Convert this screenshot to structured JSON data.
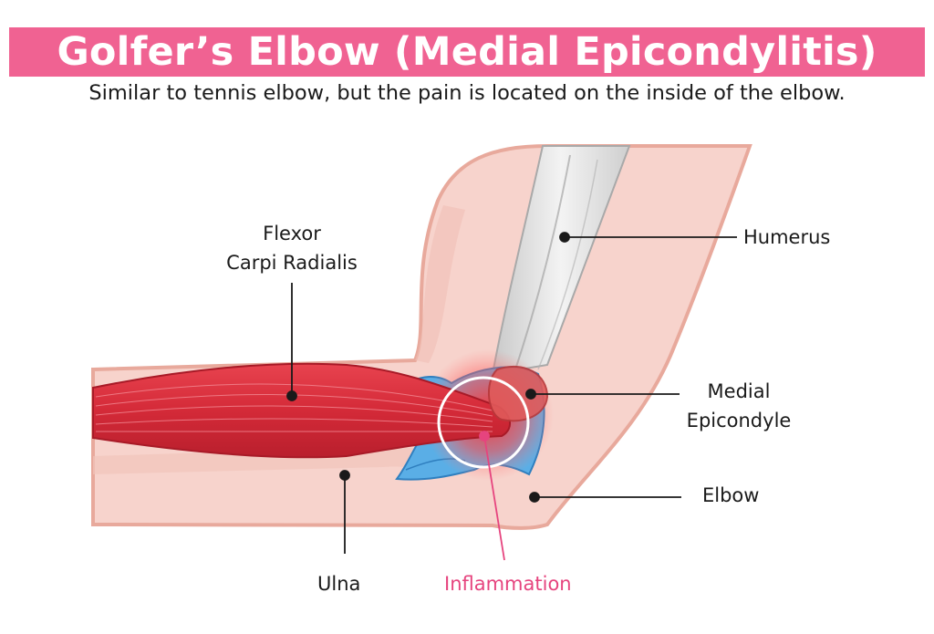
{
  "title": "Golfer’s Elbow (Medial Epicondylitis)",
  "subtitle": "Similar to tennis elbow, but the pain is located on the inside of the elbow.",
  "labels": {
    "flexor_line1": "Flexor",
    "flexor_line2": "Carpi Radialis",
    "humerus": "Humerus",
    "medial_line1": "Medial",
    "medial_line2": "Epicondyle",
    "elbow": "Elbow",
    "ulna": "Ulna",
    "inflammation": "Inflammation"
  },
  "colors": {
    "banner": "#f06292",
    "skin": "#f7d3cc",
    "skin_outline": "#e8a99c",
    "muscle": "#d8293a",
    "tendon": "#4aa3df",
    "bone": "#dcdcdc",
    "inflammation_label": "#e6447e"
  }
}
